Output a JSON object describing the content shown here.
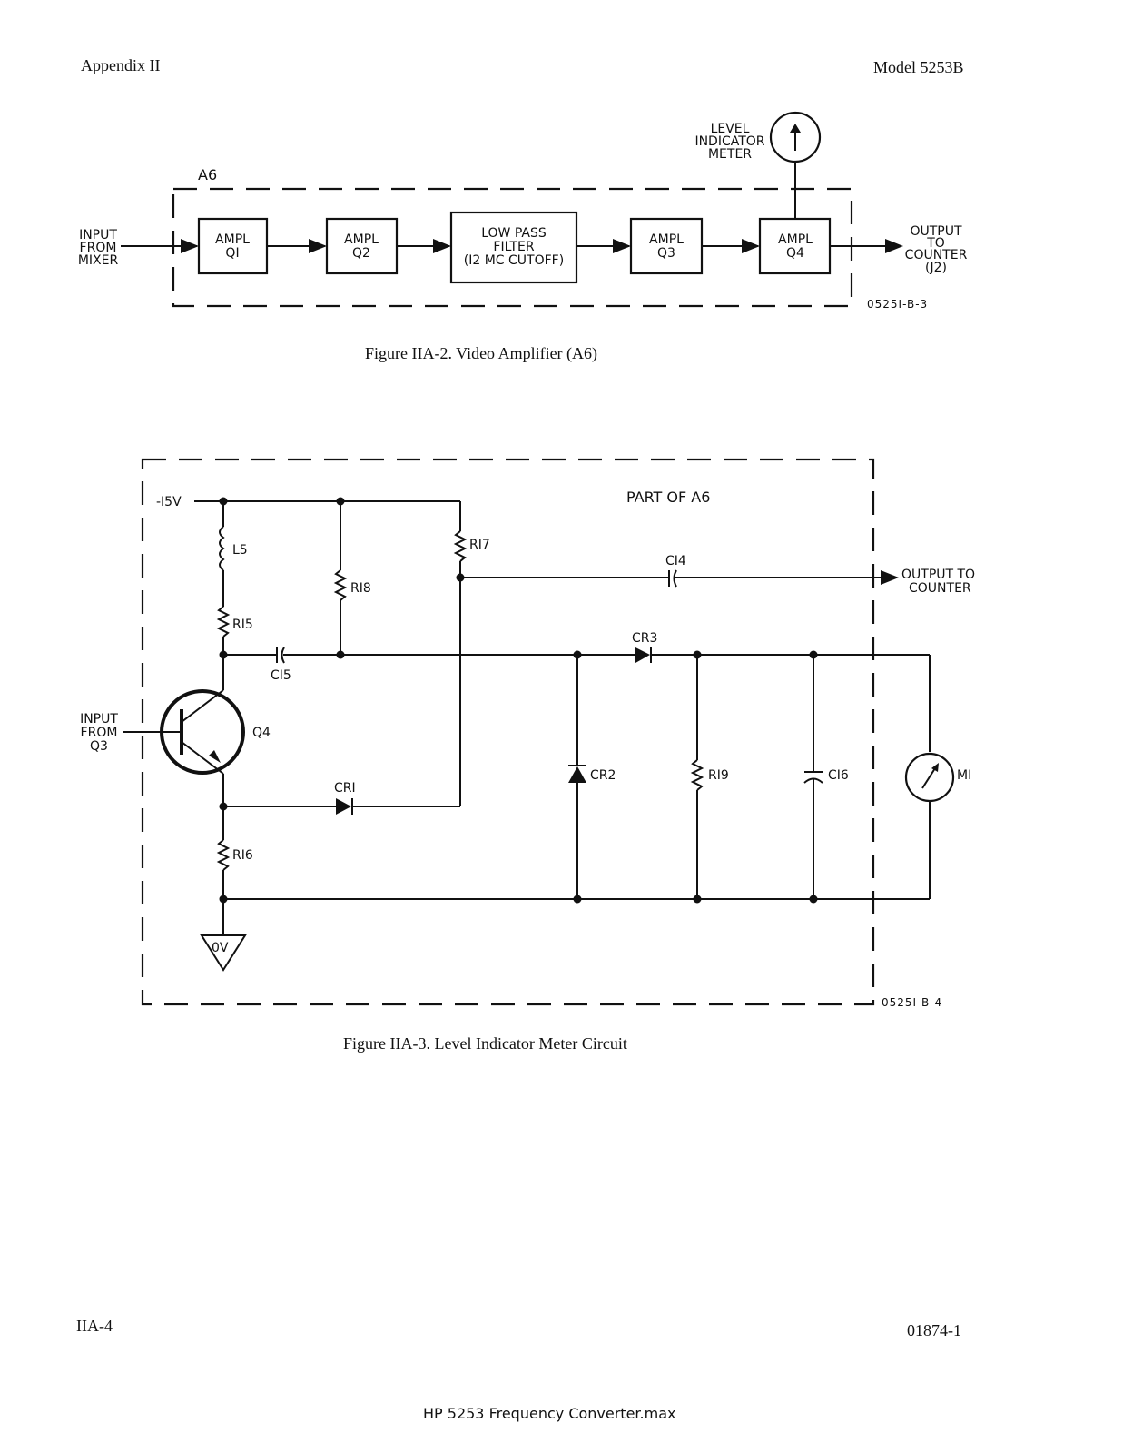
{
  "header": {
    "left": "Appendix II",
    "right": "Model 5253B"
  },
  "figure2": {
    "block_label": "A6",
    "meter_label": [
      "LEVEL",
      "INDICATOR",
      "METER"
    ],
    "input_label": [
      "INPUT",
      "FROM",
      "MIXER"
    ],
    "output_label": [
      "OUTPUT",
      "TO",
      "COUNTER",
      "(J2)"
    ],
    "blocks": [
      {
        "lines": [
          "AMPL",
          "QI"
        ]
      },
      {
        "lines": [
          "AMPL",
          "Q2"
        ]
      },
      {
        "lines": [
          "LOW PASS",
          "FILTER",
          "(I2 MC CUTOFF)"
        ]
      },
      {
        "lines": [
          "AMPL",
          "Q3"
        ]
      },
      {
        "lines": [
          "AMPL",
          "Q4"
        ]
      }
    ],
    "code": "0525I-B-3",
    "caption": "Figure IIA-2.   Video Amplifier (A6)"
  },
  "figure3": {
    "part_label": "PART OF A6",
    "supply": "-I5V",
    "ground": "0V",
    "input_label": [
      "INPUT",
      "FROM",
      "Q3"
    ],
    "output_label": [
      "OUTPUT TO",
      "COUNTER"
    ],
    "components": {
      "L5": "L5",
      "R15": "RI5",
      "R16": "RI6",
      "R17": "RI7",
      "R18": "RI8",
      "R19": "RI9",
      "C14": "CI4",
      "C15": "CI5",
      "C16": "CI6",
      "CR1": "CRI",
      "CR2": "CR2",
      "CR3": "CR3",
      "Q4": "Q4",
      "M1": "MI"
    },
    "code": "0525I-B-4",
    "caption": "Figure IIA-3.   Level Indicator Meter Circuit"
  },
  "footer": {
    "left": "IIA-4",
    "right": "01874-1",
    "file": "HP 5253 Frequency Converter.max"
  }
}
